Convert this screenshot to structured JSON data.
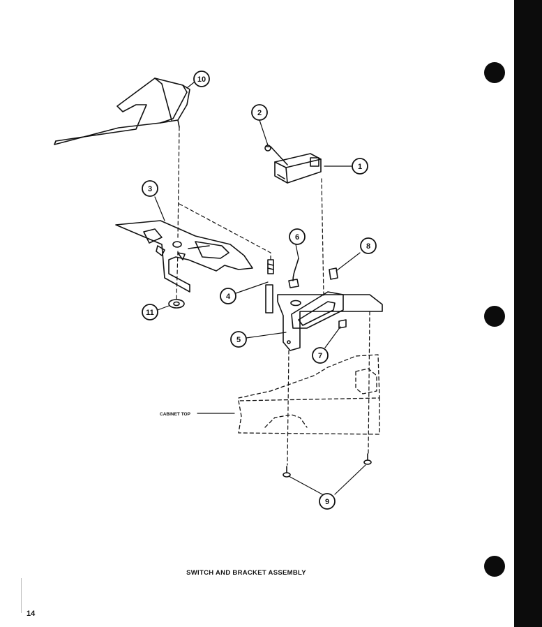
{
  "figure": {
    "title": "SWITCH AND BRACKET ASSEMBLY",
    "page_number": "14",
    "cabinet_label": "CABINET TOP",
    "callouts": [
      "1",
      "2",
      "3",
      "4",
      "5",
      "6",
      "7",
      "8",
      "9",
      "10",
      "11"
    ]
  },
  "colors": {
    "ink": "#111111",
    "bar": "#0c0c0c",
    "paper": "#ffffff"
  }
}
